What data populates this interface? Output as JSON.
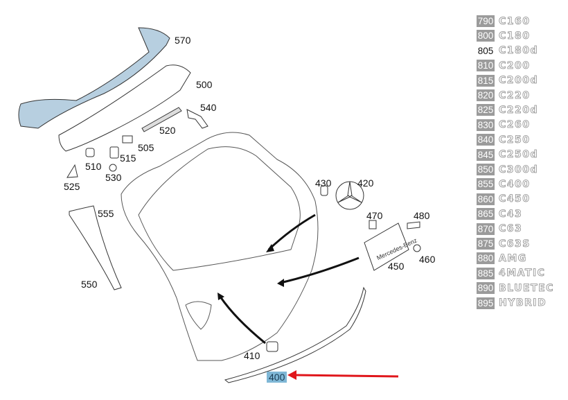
{
  "callouts": {
    "c570": "570",
    "c500": "500",
    "c540": "540",
    "c520": "520",
    "c505": "505",
    "c510": "510",
    "c515": "515",
    "c530": "530",
    "c525": "525",
    "c555": "555",
    "c550": "550",
    "c430": "430",
    "c420": "420",
    "c470": "470",
    "c480": "480",
    "c450": "450",
    "c460": "460",
    "c410": "410",
    "c400": "400"
  },
  "plate_text": "Mercedes-Benz",
  "highlight_color": "#7fb7d6",
  "arrow_color": "#e0161b",
  "legend": [
    {
      "code": "790",
      "badge": "C160",
      "shaded": true
    },
    {
      "code": "800",
      "badge": "C180",
      "shaded": true
    },
    {
      "code": "805",
      "badge": "C180d",
      "shaded": false
    },
    {
      "code": "810",
      "badge": "C200",
      "shaded": true
    },
    {
      "code": "815",
      "badge": "C200d",
      "shaded": true
    },
    {
      "code": "820",
      "badge": "C220",
      "shaded": true
    },
    {
      "code": "825",
      "badge": "C220d",
      "shaded": true
    },
    {
      "code": "830",
      "badge": "C260",
      "shaded": true
    },
    {
      "code": "840",
      "badge": "C250",
      "shaded": true
    },
    {
      "code": "845",
      "badge": "C250d",
      "shaded": true
    },
    {
      "code": "850",
      "badge": "C300d",
      "shaded": true
    },
    {
      "code": "855",
      "badge": "C400",
      "shaded": true
    },
    {
      "code": "860",
      "badge": "C450",
      "shaded": true
    },
    {
      "code": "865",
      "badge": "C43",
      "shaded": true
    },
    {
      "code": "870",
      "badge": "C63",
      "shaded": true
    },
    {
      "code": "875",
      "badge": "C63S",
      "shaded": true
    },
    {
      "code": "880",
      "badge": "AMG",
      "shaded": true
    },
    {
      "code": "885",
      "badge": "4MATIC",
      "shaded": true
    },
    {
      "code": "890",
      "badge": "BLUETEC",
      "shaded": true
    },
    {
      "code": "895",
      "badge": "HYBRID",
      "shaded": true
    }
  ]
}
